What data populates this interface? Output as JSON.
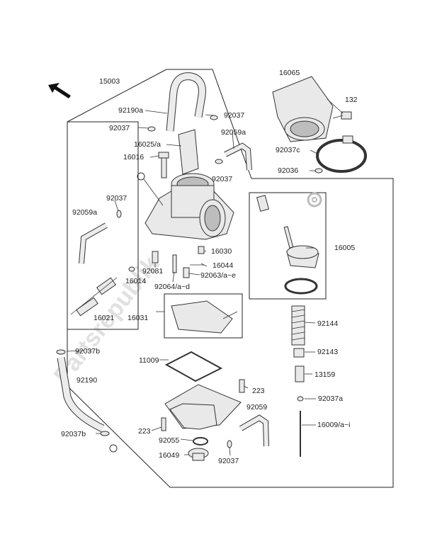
{
  "watermark": "Partsrepublik",
  "labels": {
    "l15003": "15003",
    "l16065": "16065",
    "l132": "132",
    "l92190a": "92190a",
    "l92037_top": "92037",
    "l92037_left": "92037",
    "l92059a_right": "92059a",
    "l16025": "16025/a",
    "l16016": "16016",
    "l92037_mid": "92037",
    "l92037c": "92037c",
    "l92036": "92036",
    "l92037_side": "92037",
    "l92059a_left": "92059a",
    "l16005": "16005",
    "l16030": "16030",
    "l92081": "92081",
    "l16044": "16044",
    "l92063": "92063/a~e",
    "l16014": "16014",
    "l92064": "92064/a~d",
    "l16021": "16021",
    "l16031": "16031",
    "l92144": "92144",
    "l92037b_top": "92037b",
    "l92143": "92143",
    "l11009": "11009",
    "l13159": "13159",
    "l92190": "92190",
    "l223_right": "223",
    "l92037a": "92037a",
    "l92059": "92059",
    "l16009": "16009/a~i",
    "l223_left": "223",
    "l92037b_bot": "92037b",
    "l92055": "92055",
    "l16049": "16049",
    "l92037_bot": "92037"
  }
}
